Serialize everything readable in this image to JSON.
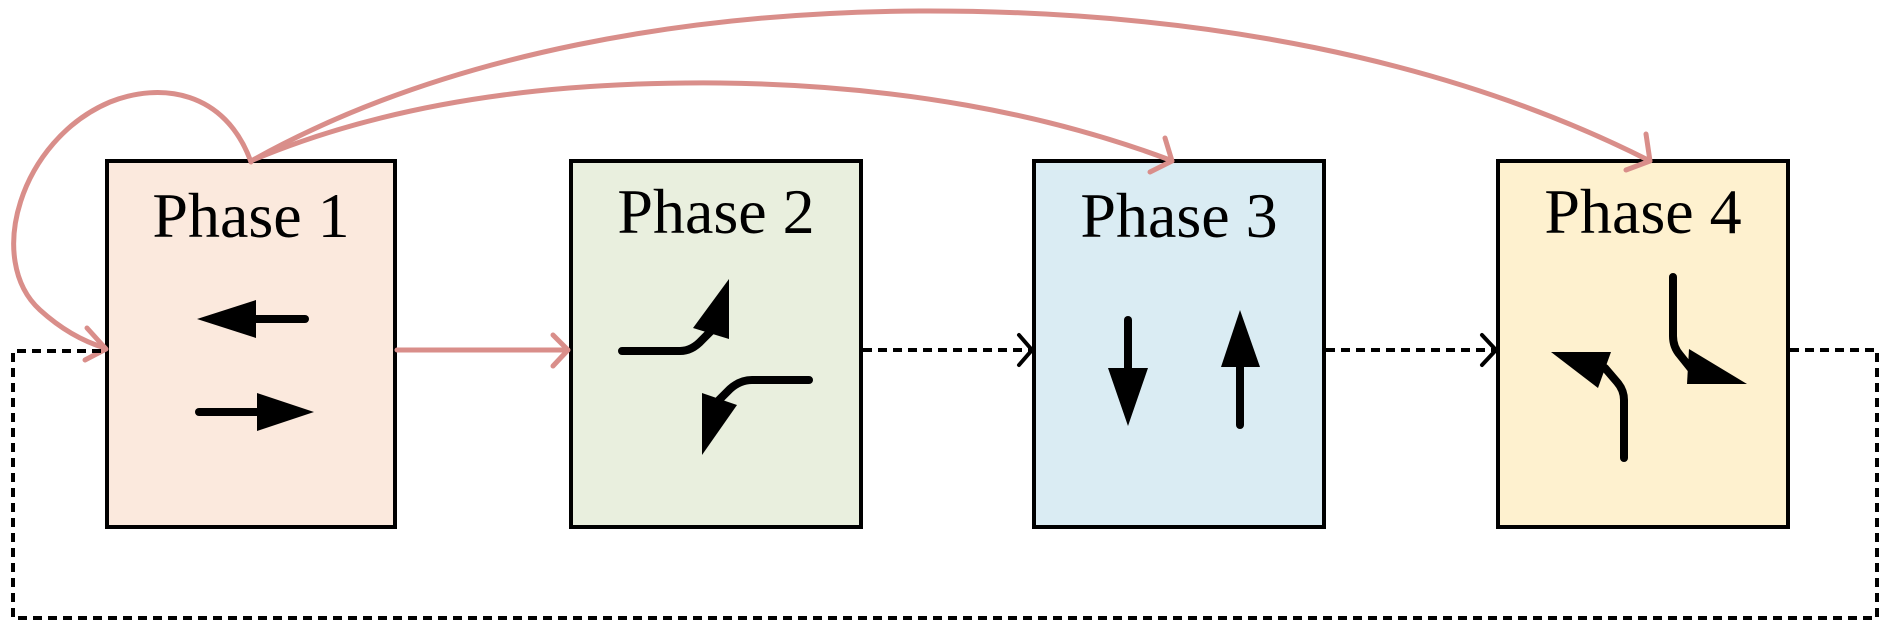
{
  "diagram": {
    "type": "phase-transition-diagram",
    "phases": [
      {
        "id": 1,
        "label": "Phase 1",
        "fill": "#FBE9DD",
        "movement": "east-west through (left arrow and right arrow)"
      },
      {
        "id": 2,
        "label": "Phase 2",
        "fill": "#E9EFDE",
        "movement": "east-west left turns"
      },
      {
        "id": 3,
        "label": "Phase 3",
        "fill": "#DAECF3",
        "movement": "north-south through (down arrow and up arrow)"
      },
      {
        "id": 4,
        "label": "Phase 4",
        "fill": "#FEF1CF",
        "movement": "north-south left turns"
      }
    ],
    "transitions": [
      {
        "from": 1,
        "to": 1,
        "style": "solid",
        "color": "#D98E8A",
        "kind": "self-loop"
      },
      {
        "from": 1,
        "to": 2,
        "style": "solid",
        "color": "#D98E8A"
      },
      {
        "from": 1,
        "to": 3,
        "style": "solid",
        "color": "#D98E8A",
        "kind": "skip-arc"
      },
      {
        "from": 1,
        "to": 4,
        "style": "solid",
        "color": "#D98E8A",
        "kind": "skip-arc"
      },
      {
        "from": 2,
        "to": 3,
        "style": "dashed",
        "color": "#000000"
      },
      {
        "from": 3,
        "to": 4,
        "style": "dashed",
        "color": "#000000"
      },
      {
        "from": 4,
        "to": 1,
        "style": "dashed",
        "color": "#000000",
        "kind": "return-loop"
      }
    ]
  }
}
